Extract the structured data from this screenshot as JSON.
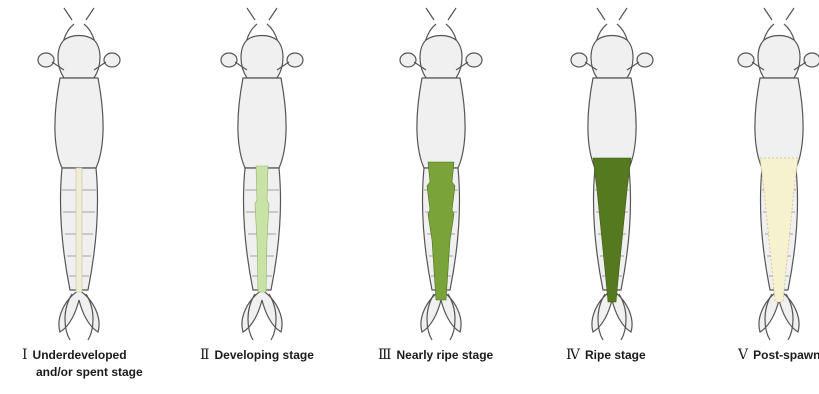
{
  "stages": [
    {
      "numeral": "Ⅰ",
      "label": "Underdeveloped",
      "label_line2": "and/or spent stage",
      "gonad_color": "#efedd6",
      "gonad_shape": "thin-line"
    },
    {
      "numeral": "Ⅱ",
      "label": "Developing stage",
      "label_line2": "",
      "gonad_color": "#c9e2a6",
      "gonad_shape": "narrow-band"
    },
    {
      "numeral": "Ⅲ",
      "label": "Nearly ripe stage",
      "label_line2": "",
      "gonad_color": "#7aa33a",
      "gonad_shape": "lobed-band"
    },
    {
      "numeral": "Ⅳ",
      "label": "Ripe stage",
      "label_line2": "",
      "gonad_color": "#55791f",
      "gonad_shape": "wide-band"
    },
    {
      "numeral": "Ⅴ",
      "label": "Post-spawn",
      "label_line2": "",
      "gonad_color": "#f6f1cf",
      "gonad_shape": "faded-wide"
    }
  ]
}
